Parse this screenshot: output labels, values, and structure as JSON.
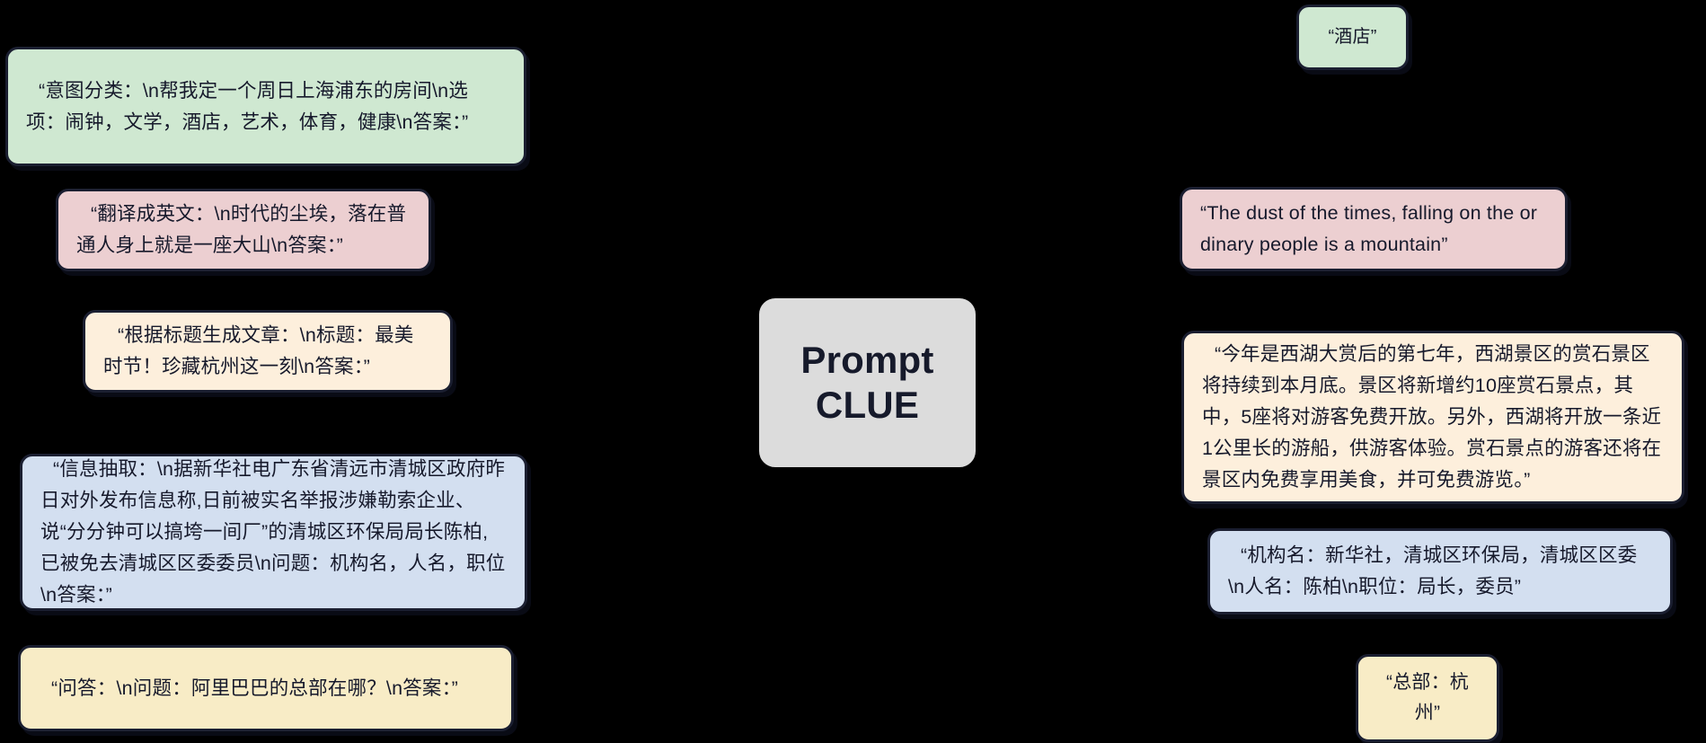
{
  "diagram": {
    "title": "PromptCLUE prompt-to-output examples",
    "background_color": "#000000",
    "center_node": {
      "label": "Prompt\nCLUE",
      "color": "#dcdcdc"
    },
    "inputs": [
      {
        "id": "intent",
        "task": "intent-classification",
        "color": "#cfe8d1",
        "text": "“意图分类：\\n帮我定一个周日上海浦东的房间\\n选项：闹钟，文学，酒店，艺术，体育，健康\\n答案：”"
      },
      {
        "id": "translate",
        "task": "translation",
        "color": "#eccfd1",
        "text": "“翻译成英文：\\n时代的尘埃，落在普通人身上就是一座大山\\n答案：”"
      },
      {
        "id": "article",
        "task": "article-generation",
        "color": "#fdefdc",
        "text": "“根据标题生成文章：\\n标题：最美时节！珍藏杭州这一刻\\n答案：”"
      },
      {
        "id": "extract",
        "task": "information-extraction",
        "color": "#d3dff0",
        "text": "“信息抽取：\\n据新华社电广东省清远市清城区政府昨日对外发布信息称,日前被实名举报涉嫌勒索企业、说“分分钟可以搞垮一间厂”的清城区环保局局长陈柏,已被免去清城区区委委员\\n问题：机构名，人名，职位\\n答案：”"
      },
      {
        "id": "qa",
        "task": "question-answering",
        "color": "#f8ecc6",
        "text": "“问答：\\n问题：阿里巴巴的总部在哪？\\n答案：”"
      }
    ],
    "outputs": [
      {
        "id": "hotel",
        "color": "#cfe8d1",
        "text": "“酒店”"
      },
      {
        "id": "dust",
        "color": "#eccfd1",
        "text": "“The dust of the times, falling on the ordinary people is a mountain”"
      },
      {
        "id": "westlake",
        "color": "#fdefdc",
        "text": "“今年是西湖大赏后的第七年，西湖景区的赏石景区将持续到本月底。景区将新增约10座赏石景点，其中，5座将对游客免费开放。另外，西湖将开放一条近1公里长的游船，供游客体验。赏石景点的游客还将在景区内免费享用美食，并可免费游览。”"
      },
      {
        "id": "entities",
        "color": "#d3dff0",
        "text": "“机构名：新华社，清城区环保局，清城区区委\\n人名：陈柏\\n职位：局长，委员”"
      },
      {
        "id": "hq",
        "color": "#f8ecc6",
        "text": "“总部：杭州”"
      }
    ]
  }
}
